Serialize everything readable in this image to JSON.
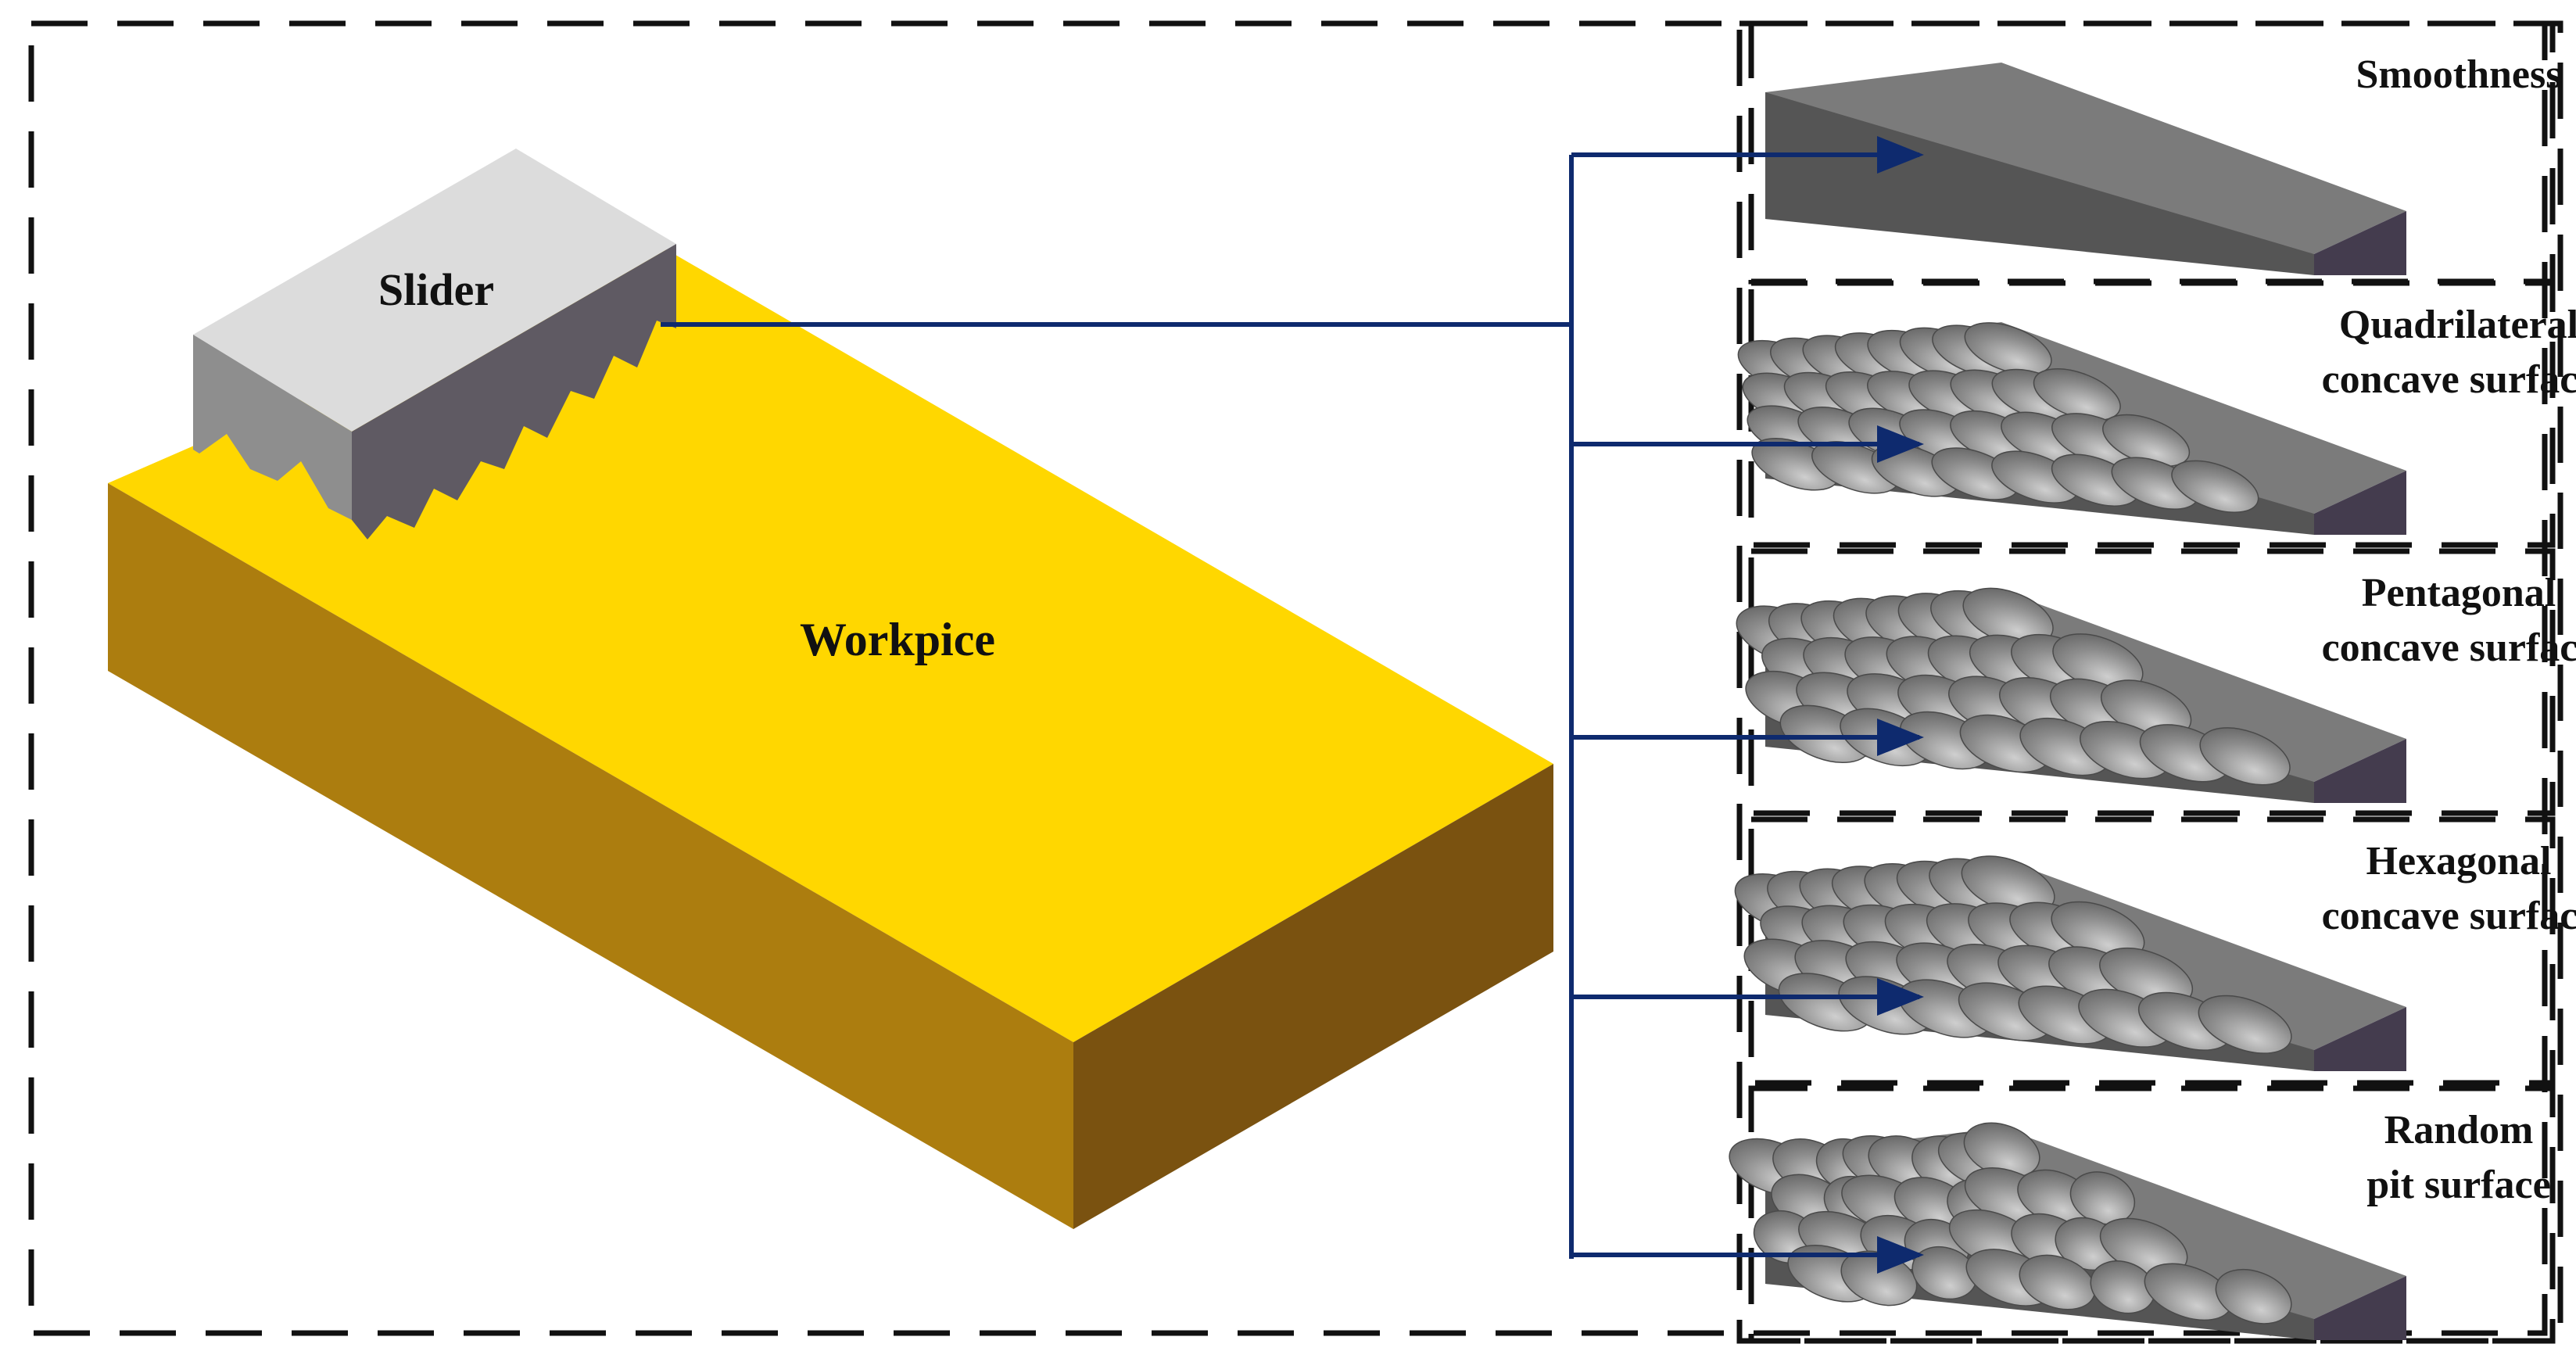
{
  "labels": {
    "slider": "Slider",
    "workpiece": "Workpice"
  },
  "surfaces": [
    {
      "id": "smooth",
      "lines": [
        "Smoothness"
      ],
      "pattern": "none"
    },
    {
      "id": "quad",
      "lines": [
        "Quadrilateral",
        "concave surface"
      ],
      "pattern": "quadrilateral"
    },
    {
      "id": "penta",
      "lines": [
        "Pentagonal",
        "concave surface"
      ],
      "pattern": "pentagonal"
    },
    {
      "id": "hexa",
      "lines": [
        "Hexagonal",
        "concave surface"
      ],
      "pattern": "hexagonal"
    },
    {
      "id": "random",
      "lines": [
        "Random",
        "pit surface"
      ],
      "pattern": "random"
    }
  ],
  "colors": {
    "workpiece_top": "#FFD700",
    "workpiece_left": "#AC7D0F",
    "workpiece_right": "#7A5210",
    "slider_top": "#DCDCDC",
    "slider_left": "#8E8E8E",
    "slider_right": "#5F5A63",
    "surface_top": "#7B7B7B",
    "surface_left": "#555555",
    "surface_right": "#443C4E",
    "arrow": "#0E2A6E",
    "dash": "#111111"
  }
}
